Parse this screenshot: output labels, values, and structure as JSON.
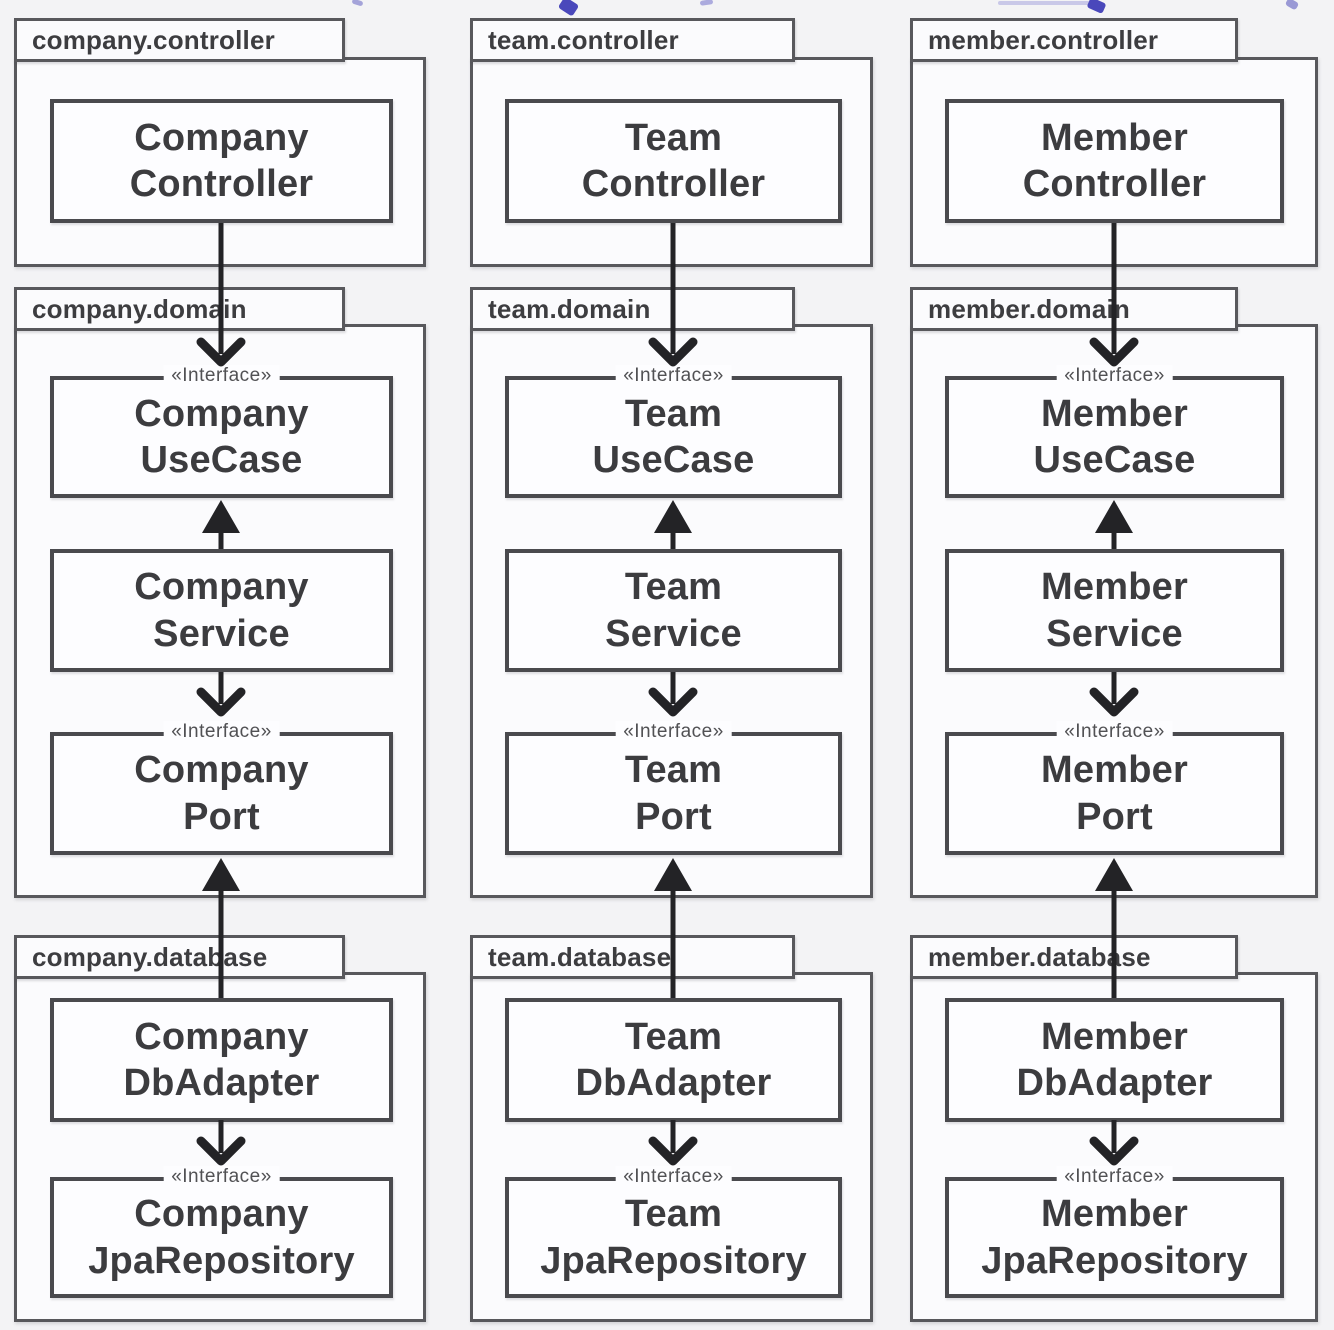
{
  "diagram": {
    "stereotype_label": "«Interface»",
    "columns": [
      {
        "key": "company",
        "controller_package": "company.controller",
        "controller_class": "Company\nController",
        "domain_package": "company.domain",
        "usecase_class": "Company\nUseCase",
        "service_class": "Company\nService",
        "port_class": "Company\nPort",
        "database_package": "company.database",
        "dbadapter_class": "Company\nDbAdapter",
        "jparepository_class": "Company\nJpaRepository"
      },
      {
        "key": "team",
        "controller_package": "team.controller",
        "controller_class": "Team\nController",
        "domain_package": "team.domain",
        "usecase_class": "Team\nUseCase",
        "service_class": "Team\nService",
        "port_class": "Team\nPort",
        "database_package": "team.database",
        "dbadapter_class": "Team\nDbAdapter",
        "jparepository_class": "Team\nJpaRepository"
      },
      {
        "key": "member",
        "controller_package": "member.controller",
        "controller_class": "Member\nController",
        "domain_package": "member.domain",
        "usecase_class": "Member\nUseCase",
        "service_class": "Member\nService",
        "port_class": "Member\nPort",
        "database_package": "member.database",
        "dbadapter_class": "Member\nDbAdapter",
        "jparepository_class": "Member\nJpaRepository"
      }
    ],
    "relations": [
      {
        "from": "Controller",
        "to": "UseCase",
        "direction": "down",
        "arrowhead": "open-chevron"
      },
      {
        "from": "Service",
        "to": "UseCase",
        "direction": "up",
        "arrowhead": "filled-triangle"
      },
      {
        "from": "Service",
        "to": "Port",
        "direction": "down",
        "arrowhead": "open-chevron"
      },
      {
        "from": "DbAdapter",
        "to": "Port",
        "direction": "up",
        "arrowhead": "filled-triangle"
      },
      {
        "from": "DbAdapter",
        "to": "JpaRepository",
        "direction": "down",
        "arrowhead": "open-chevron"
      }
    ],
    "colors": {
      "line": "#232326",
      "package_border": "#58585c",
      "class_border": "#4a4a4e",
      "text": "#3c3c3f",
      "cropped_title_accent": "#4a48bb"
    }
  }
}
